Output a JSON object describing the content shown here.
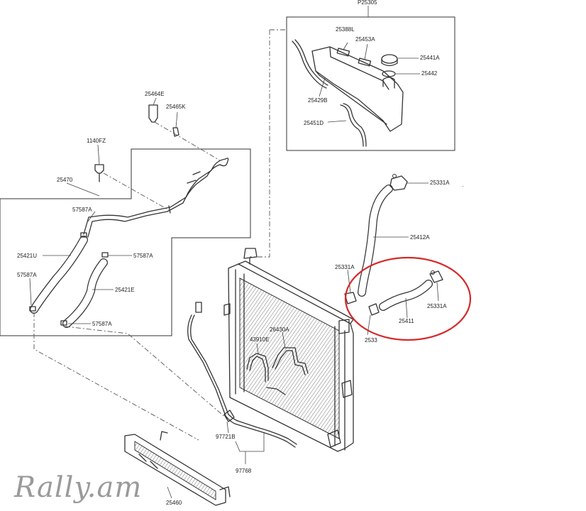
{
  "diagram": {
    "parts": {
      "p25305": "P25305",
      "p25388l": "25388L",
      "p25453a": "25453A",
      "p25441a": "25441A",
      "p25442": "25442",
      "p25429b": "25429B",
      "p25451d": "25451D",
      "p25464e": "25464E",
      "p25465k": "25465K",
      "p1140fz": "1140FZ",
      "p25470": "25470",
      "p57587a_1": "57587A",
      "p57587a_2": "57587A",
      "p57587a_3": "57587A",
      "p57587a_4": "57587A",
      "p25421u": "25421U",
      "p25421e": "25421E",
      "p25331a_1": "25331A",
      "p25331a_2": "25331A",
      "p25331a_3": "25331A",
      "p25331a_4": "2533",
      "p25412a": "25412A",
      "p25411": "25411",
      "p26430a": "26430A",
      "p43910e": "43910E",
      "p97721b": "97721B",
      "p97768": "97768",
      "p25460": "25460"
    },
    "highlight_color": "#d62828"
  },
  "watermark": {
    "text": "Rally.am"
  }
}
